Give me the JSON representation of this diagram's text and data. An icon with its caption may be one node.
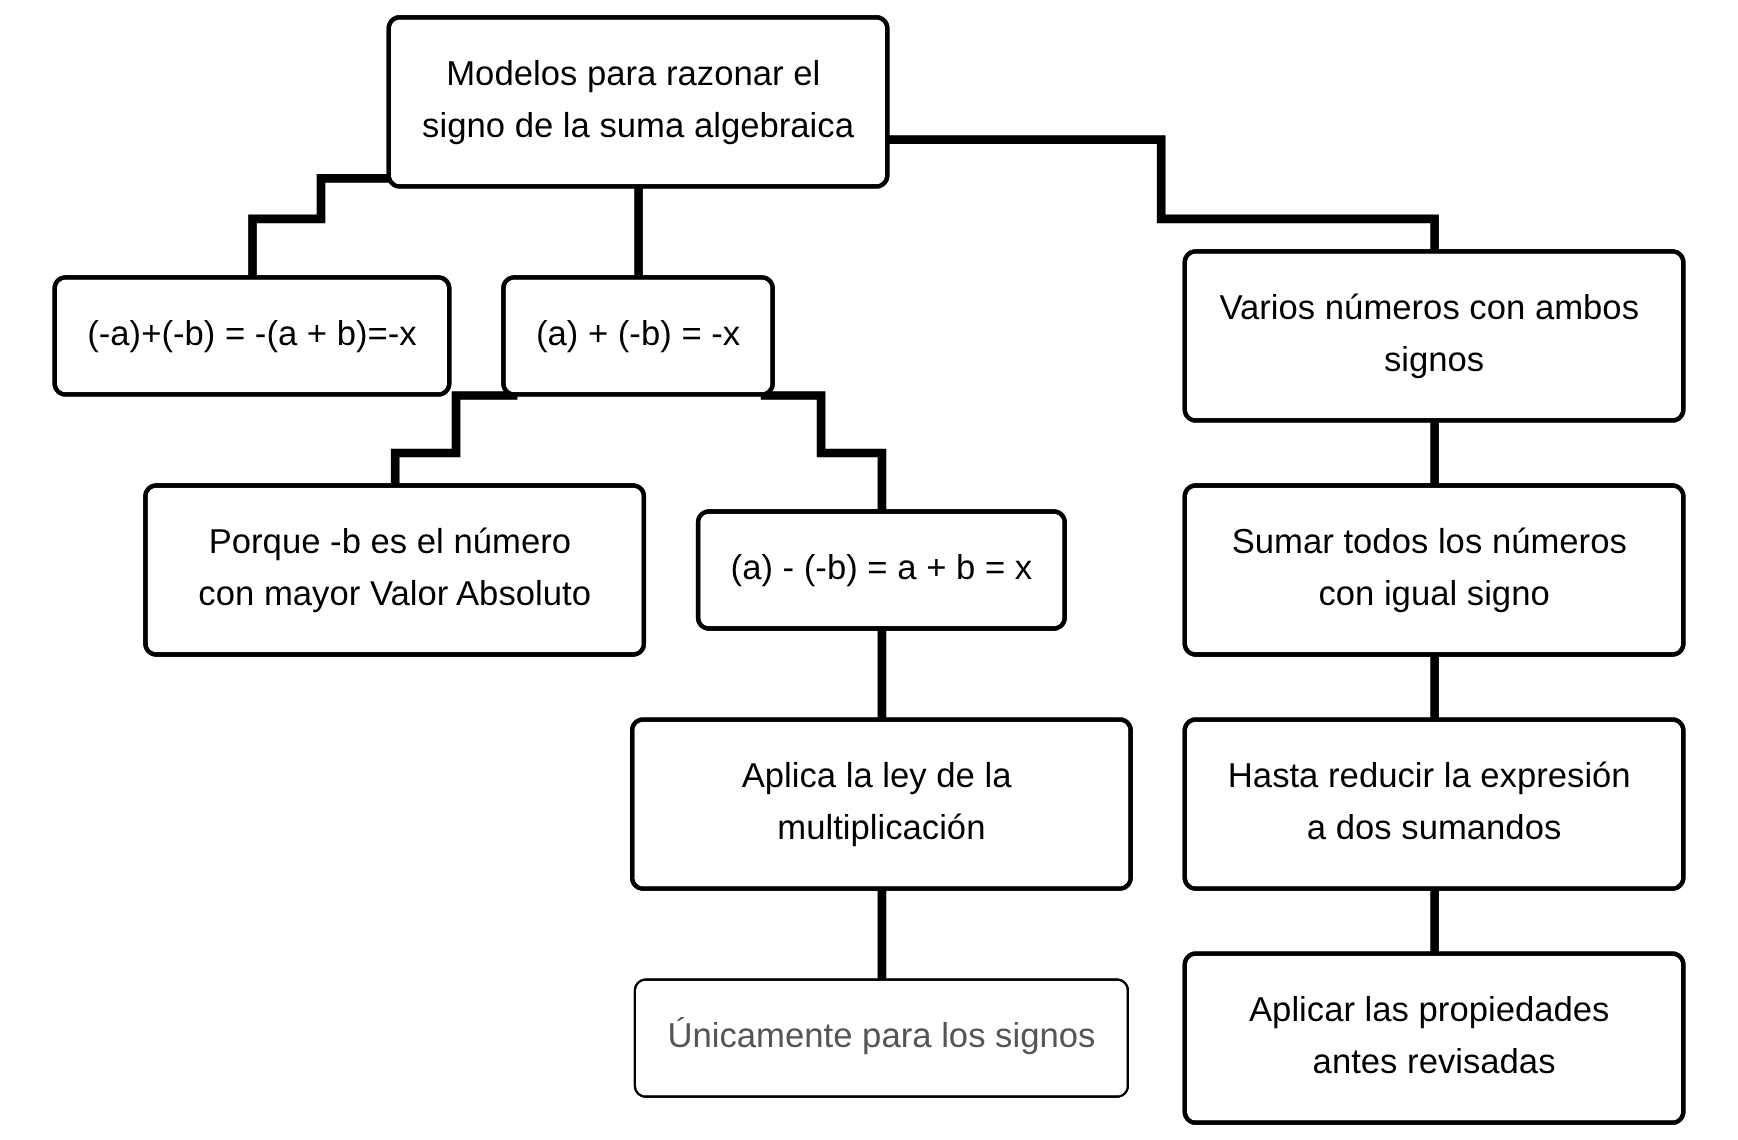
{
  "diagram": {
    "nodes": [
      {
        "text": [
          "Modelos para razonar el signo de la suma algebraica"
        ]
      },
      {
        "text": [
          "(-a)+(-b) = -(a + b)=-x"
        ]
      },
      {
        "text": [
          "(a) + (-b) = -x"
        ]
      },
      {
        "text": [
          "Varios números con ambos signos"
        ]
      },
      {
        "text": [
          "Porque -b es el número con mayor Valor Absoluto"
        ]
      },
      {
        "text": [
          "(a) - (-b) = a + b = x"
        ]
      },
      {
        "text": [
          "Aplica la ley de la multiplicación"
        ]
      },
      {
        "text": [
          "Únicamente para los signos"
        ]
      },
      {
        "text": [
          "Sumar todos los números con igual signo"
        ]
      },
      {
        "text": [
          "Hasta reducir la expresión a dos sumandos"
        ]
      },
      {
        "text": [
          "Aplicar las propiedades antes revisadas"
        ]
      }
    ],
    "edges": [
      {
        "from": 0,
        "to": 1,
        "arrow": "none"
      },
      {
        "from": 0,
        "to": 2,
        "arrow": "none"
      },
      {
        "from": 0,
        "to": 3,
        "arrow": "none"
      },
      {
        "from": 2,
        "to": 4,
        "arrow": "none"
      },
      {
        "from": 2,
        "to": 5,
        "arrow": "none"
      },
      {
        "from": 5,
        "to": 6,
        "arrow": "none"
      },
      {
        "from": 6,
        "to": 7,
        "arrow": "none"
      },
      {
        "from": 3,
        "to": 8,
        "arrow": "none"
      },
      {
        "from": 8,
        "to": 9,
        "arrow": "none"
      },
      {
        "from": 9,
        "to": 10,
        "arrow": "none"
      }
    ]
  }
}
